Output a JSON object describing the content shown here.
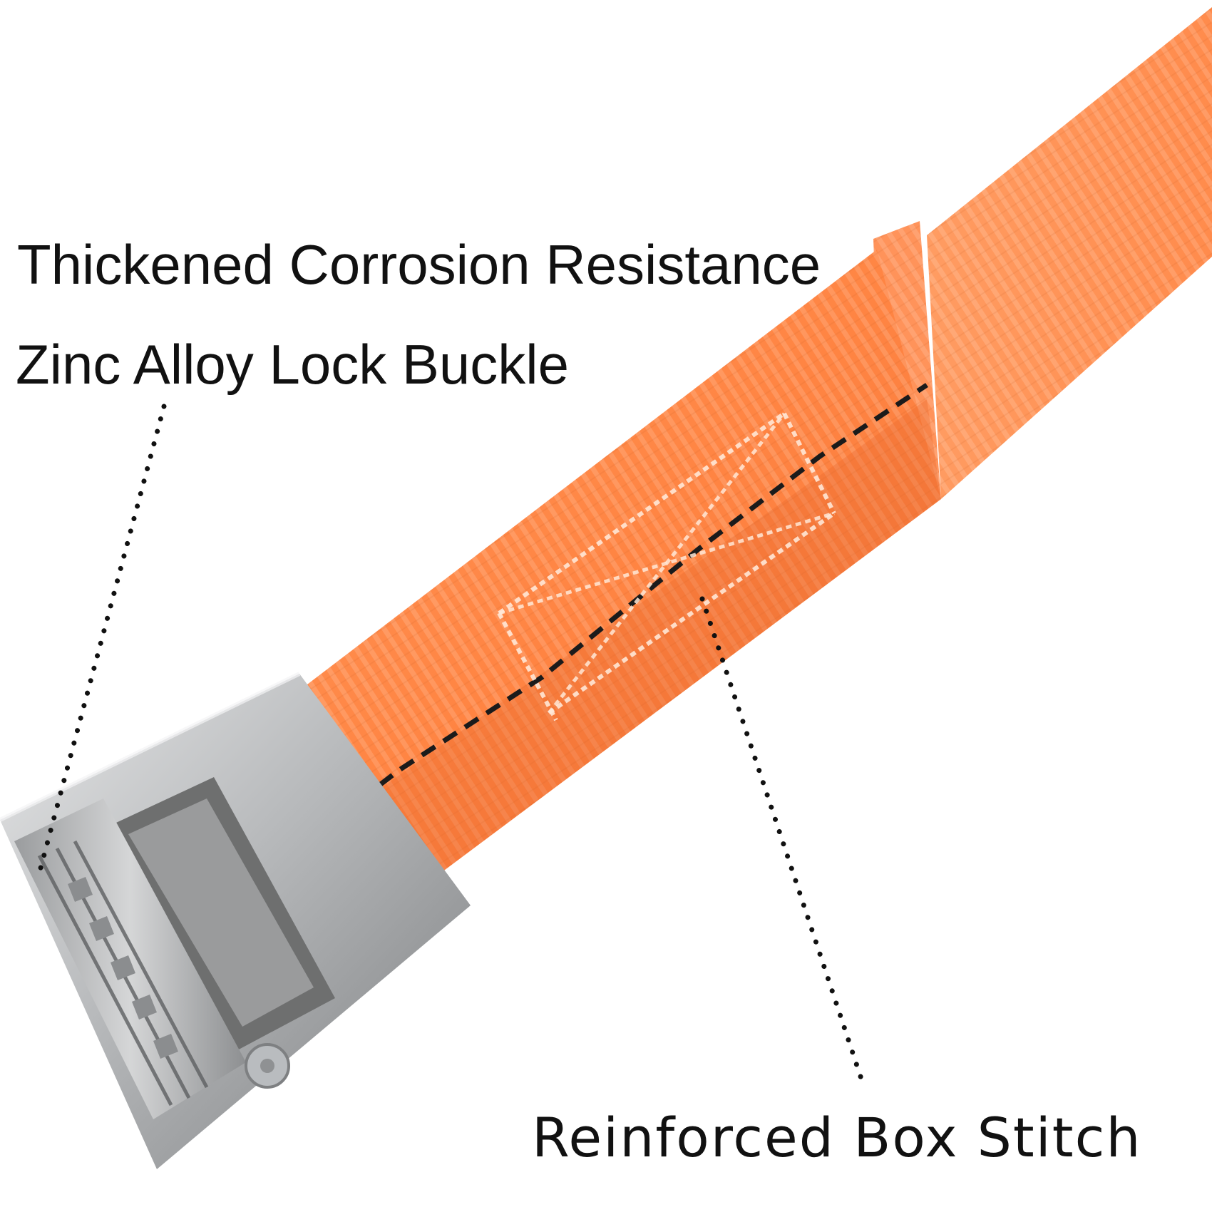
{
  "callouts": {
    "line1": "Thickened Corrosion Resistance",
    "line2": "Zinc Alloy Lock Buckle",
    "stitch": "Reinforced Box Stitch"
  },
  "colors": {
    "strap": "#ff8a4a",
    "strap_shadow": "#ec6a2c",
    "strap_highlight": "#ffb88c",
    "metal": "#b9bcbf",
    "metal_dark": "#6e6f6f",
    "text": "#111111",
    "background": "#ffffff"
  },
  "icons": [
    "cam-buckle",
    "orange-webbing-strap",
    "box-stitch-pattern",
    "dotted-leader-line"
  ]
}
